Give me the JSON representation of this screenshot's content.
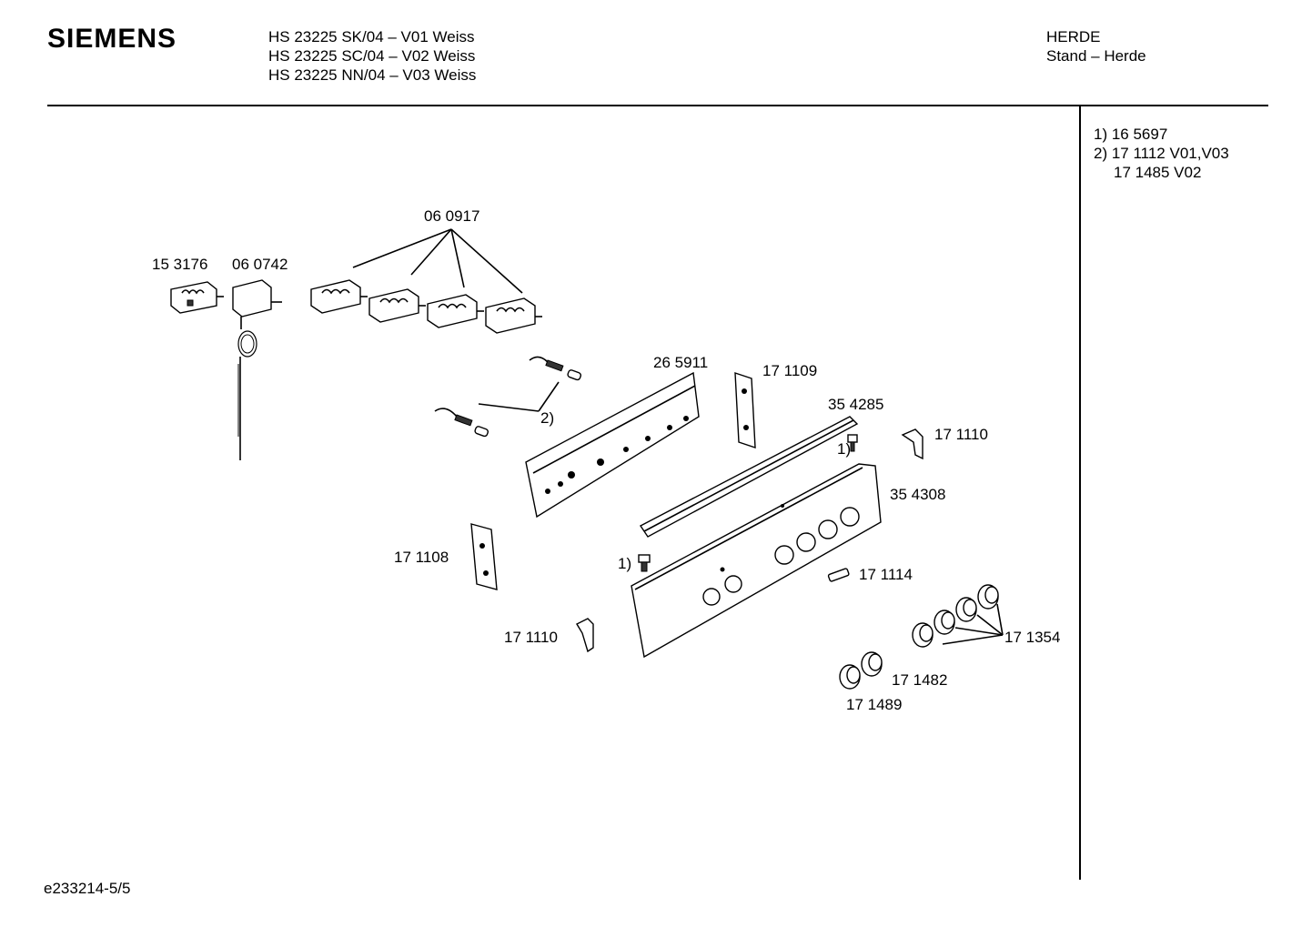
{
  "header": {
    "brand": "SIEMENS",
    "models": [
      "HS 23225 SK/04 – V01 Weiss",
      "HS 23225 SC/04 – V02 Weiss",
      "HS 23225 NN/04 – V03 Weiss"
    ],
    "category": "HERDE",
    "subcategory": "Stand – Herde"
  },
  "notes": [
    "1) 16 5697",
    "2) 17 1112 V01,V03",
    "17 1485 V02"
  ],
  "labels": {
    "l_060917": "06 0917",
    "l_153176": "15 3176",
    "l_060742": "06 0742",
    "l_265911": "26 5911",
    "l_171109": "17 1109",
    "l_354285": "35 4285",
    "l_171110a": "17 1110",
    "l_354308": "35 4308",
    "l_171108": "17 1108",
    "l_171114": "17 1114",
    "l_171110b": "17 1110",
    "l_171354": "17 1354",
    "l_171482": "17 1482",
    "l_171489": "17 1489",
    "ref1a": "1)",
    "ref1b": "1)",
    "ref2": "2)"
  },
  "footer": "e233214-5/5"
}
